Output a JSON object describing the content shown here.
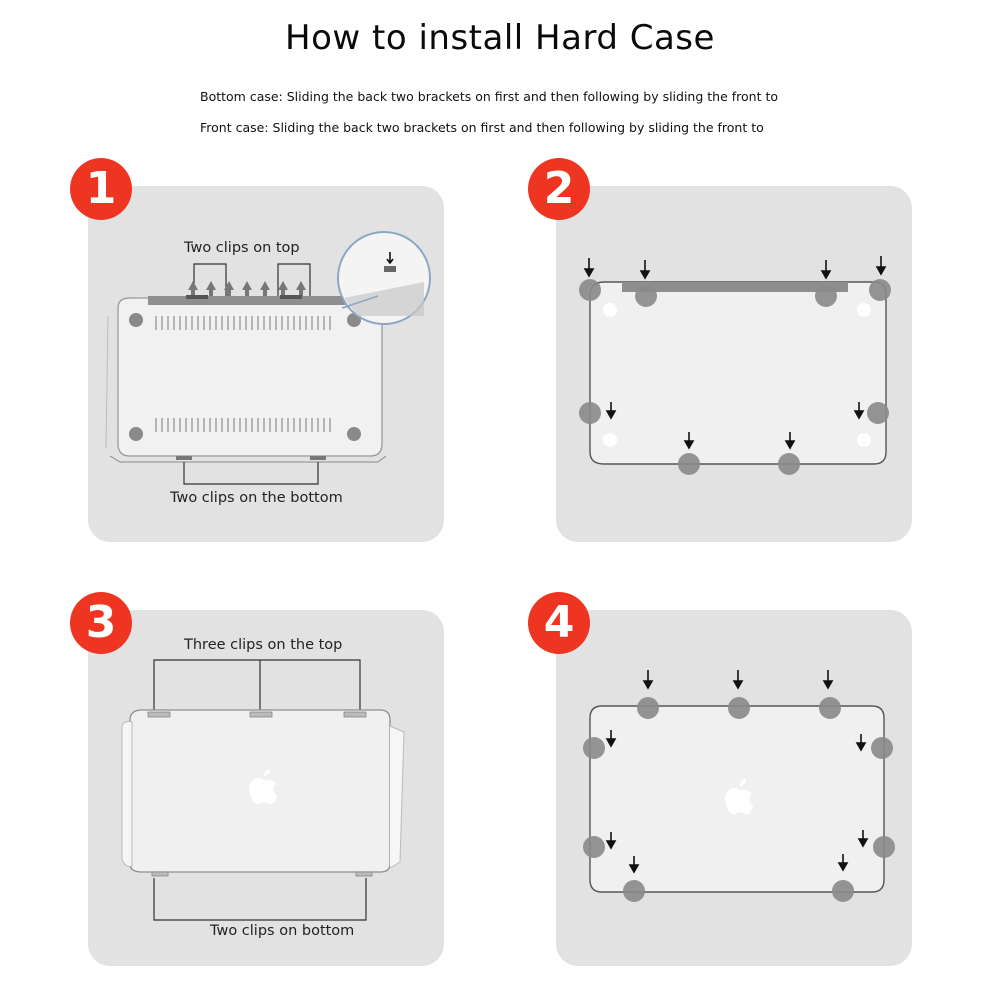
{
  "title": "How to install Hard Case",
  "instructions": {
    "bottom_case": "Bottom case: Sliding the back two brackets on first and then following by sliding the front to",
    "front_case": "Front case: Sliding the back two brackets on first and then following by sliding the front to"
  },
  "steps": [
    {
      "number": "1",
      "top_caption": "Two clips on top",
      "bottom_caption": "Two clips on the bottom"
    },
    {
      "number": "2"
    },
    {
      "number": "3",
      "top_caption": "Three clips on the top",
      "bottom_caption": "Two clips on bottom"
    },
    {
      "number": "4"
    }
  ],
  "colors": {
    "badge": "#ee3522",
    "panel": "#e2e2e2",
    "marker": "#8a8a8a"
  },
  "icons": [
    "apple-logo-icon",
    "down-arrow-icon",
    "up-arrow-icon",
    "magnifier-icon"
  ]
}
